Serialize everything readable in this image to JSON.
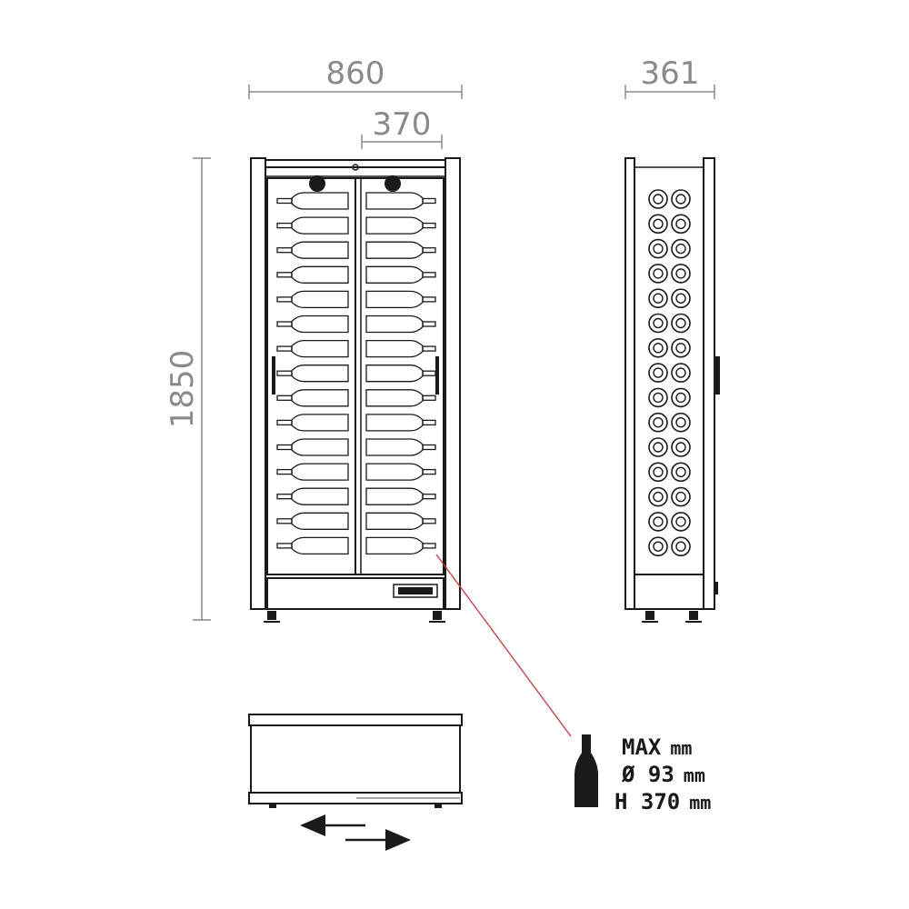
{
  "dimensions": {
    "width": "860",
    "shelf_width": "370",
    "depth": "361",
    "height": "1850"
  },
  "bottle_spec": {
    "line1_label": "MAX",
    "line1_unit": "mm",
    "line2_label": "Ø 93",
    "line2_unit": "mm",
    "line3_label": "H 370",
    "line3_unit": "mm"
  },
  "front_view": {
    "bottle_rows": 15,
    "bottles_per_row": 2
  },
  "side_view": {
    "circle_rows": 15,
    "circles_per_row": 2
  },
  "colors": {
    "line": "#1a1a1a",
    "dimension": "#8a8a8a",
    "leader": "#e0303a"
  }
}
